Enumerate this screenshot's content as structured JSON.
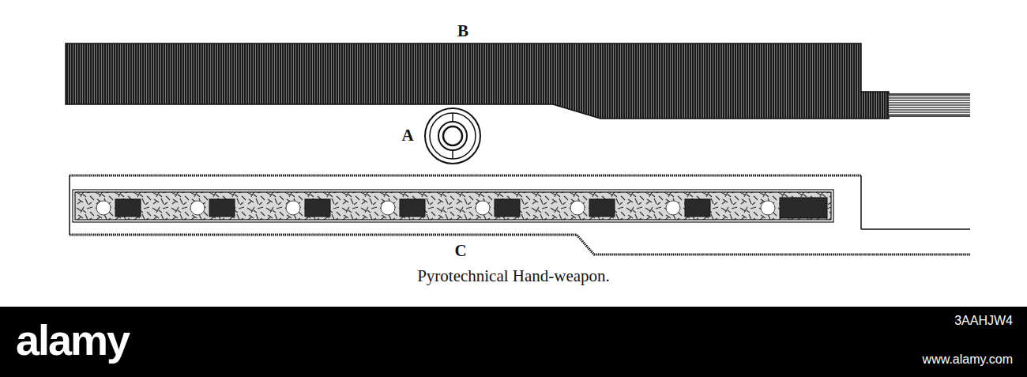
{
  "diagram": {
    "caption": "Pyrotechnical Hand-weapon.",
    "labels": [
      "B",
      "A",
      "C",
      "alamy",
      "3AAHJW4",
      "www.alamy.com"
    ]
  }
}
